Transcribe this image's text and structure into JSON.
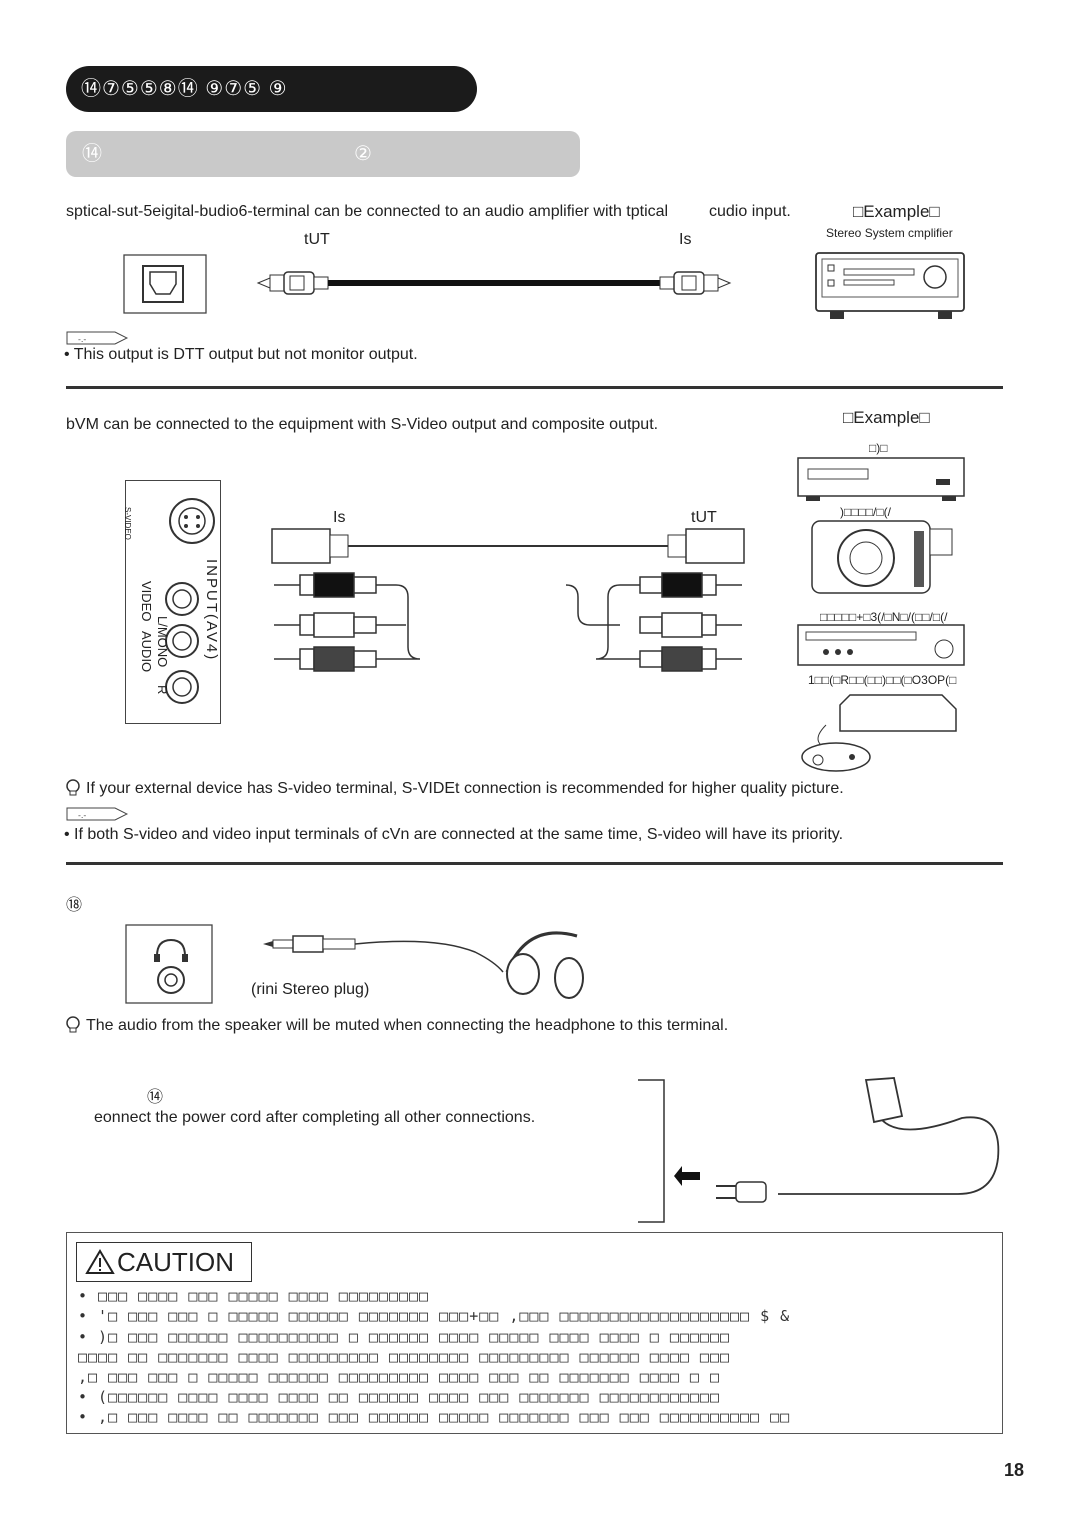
{
  "header": {
    "title_band": "⑭⑦⑤⑤⑧⑭ ⑨⑦⑤ ⑨",
    "sub_band_left": "⑭",
    "sub_band_right": "②"
  },
  "optical": {
    "intro": "sptical-sut-5eigital-budio6-terminal can be connected to an audio amplifier with tptical",
    "intro_tail": "cudio input.",
    "label_out": "tUT",
    "label_in": "Is",
    "example": "□Example□",
    "example_device": "Stereo System cmplifier",
    "note_text": "• This output is DTT output but not monitor output."
  },
  "video": {
    "intro": "bVM can be connected to the equipment with S-Video output and composite output.",
    "example": "□Example□",
    "label_in": "Is",
    "label_out": "tUT",
    "panel_svideo": "S-VIDEO",
    "panel_input": "INPUT(AV4)",
    "panel_video": "VIDEO",
    "panel_lmono": "L/MONO",
    "panel_audio": "AUDIO",
    "panel_r": "R",
    "device1": "□)□",
    "device2": ")□□□□/□(/",
    "device3": "□□□□□+□3(/□N□/(□□/□(/",
    "device4": "1□□(□R□□(□□)□□(□O3OP(□",
    "tip": "If your external device has S-video terminal, S-VIDEt connection is recommended for higher quality picture.",
    "note_text": "• If both S-video and video input terminals of cVn  are connected at the same time, S-video will have its priority."
  },
  "headphone": {
    "heading": "⑱",
    "plug_label": "(rini Stereo plug)",
    "tip": "The audio from the speaker will be muted when connecting the headphone to this terminal."
  },
  "power": {
    "heading": "⑭",
    "text": "eonnect the power cord after completing all other connections."
  },
  "caution": {
    "title": "CAUTION",
    "lines": [
      "• □□□ □□□□ □□□ □□□□□ □□□□ □□□□□□□□□",
      "• '□ □□□ □□□ □ □□□□□ □□□□□□ □□□□□□□ □□□+□□ ,□□□ □□□□□□□□□□□□□□□□□□□ $ &",
      "• )□ □□□ □□□□□□ □□□□□□□□□□  □ □□□□□□ □□□□ □□□□□ □□□□ □□□□ □ □□□□□□",
      "  □□□□ □□ □□□□□□□ □□□□ □□□□□□□□□ □□□□□□□□ □□□□□□□□□ □□□□□□ □□□□ □□□",
      "  ,□ □□□ □□□ □ □□□□□ □□□□□□ □□□□□□□□□ □□□□  □□□ □□ □□□□□□□ □□□□ □ □",
      "• (□□□□□□ □□□□ □□□□ □□□□ □□ □□□□□□ □□□□ □□□ □□□□□□□ □□□□□□□□□□□□",
      "• ,□ □□□ □□□□ □□ □□□□□□□ □□□ □□□□□□ □□□□□  □□□□□□□ □□□ □□□ □□□□□□□□□□ □□"
    ]
  },
  "page_number": "18"
}
